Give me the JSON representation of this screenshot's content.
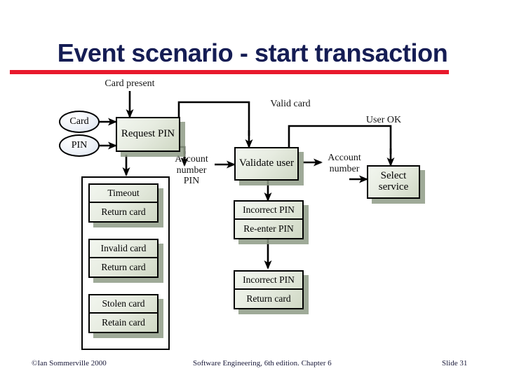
{
  "slide": {
    "title": "Event scenario - start transaction",
    "rule_color": "#e8192c",
    "title_color": "#151d54",
    "background": "#ffffff"
  },
  "footer": {
    "left": "©Ian Sommerville 2000",
    "center": "Software Engineering, 6th edition. Chapter 6",
    "right": "Slide  31"
  },
  "diagram": {
    "type": "data-flow-diagram",
    "inputs": [
      {
        "id": "card",
        "label": "Card"
      },
      {
        "id": "pin",
        "label": "PIN"
      }
    ],
    "processes": [
      {
        "id": "request-pin",
        "label": "Request PIN"
      },
      {
        "id": "validate-user",
        "label": "Validate user"
      },
      {
        "id": "select-service",
        "label": "Select\nservice"
      }
    ],
    "flow_labels": [
      {
        "id": "card-present",
        "label": "Card present"
      },
      {
        "id": "valid-card",
        "label": "Valid card"
      },
      {
        "id": "user-ok",
        "label": "User OK"
      },
      {
        "id": "account-number-pin",
        "label": "Account\nnumber\nPIN"
      },
      {
        "id": "account-number",
        "label": "Account\nnumber"
      }
    ],
    "exception_group": {
      "id": "card-exceptions",
      "pairs": [
        {
          "id": "timeout",
          "top": "Timeout",
          "bottom": "Return card"
        },
        {
          "id": "invalid-card",
          "top": "Invalid card",
          "bottom": "Return card"
        },
        {
          "id": "stolen-card",
          "top": "Stolen card",
          "bottom": "Retain card"
        }
      ]
    },
    "pin_exceptions": [
      {
        "id": "incorrect-pin-retry",
        "top": "Incorrect PIN",
        "bottom": "Re-enter PIN"
      },
      {
        "id": "incorrect-pin-final",
        "top": "Incorrect PIN",
        "bottom": "Return card"
      }
    ]
  }
}
